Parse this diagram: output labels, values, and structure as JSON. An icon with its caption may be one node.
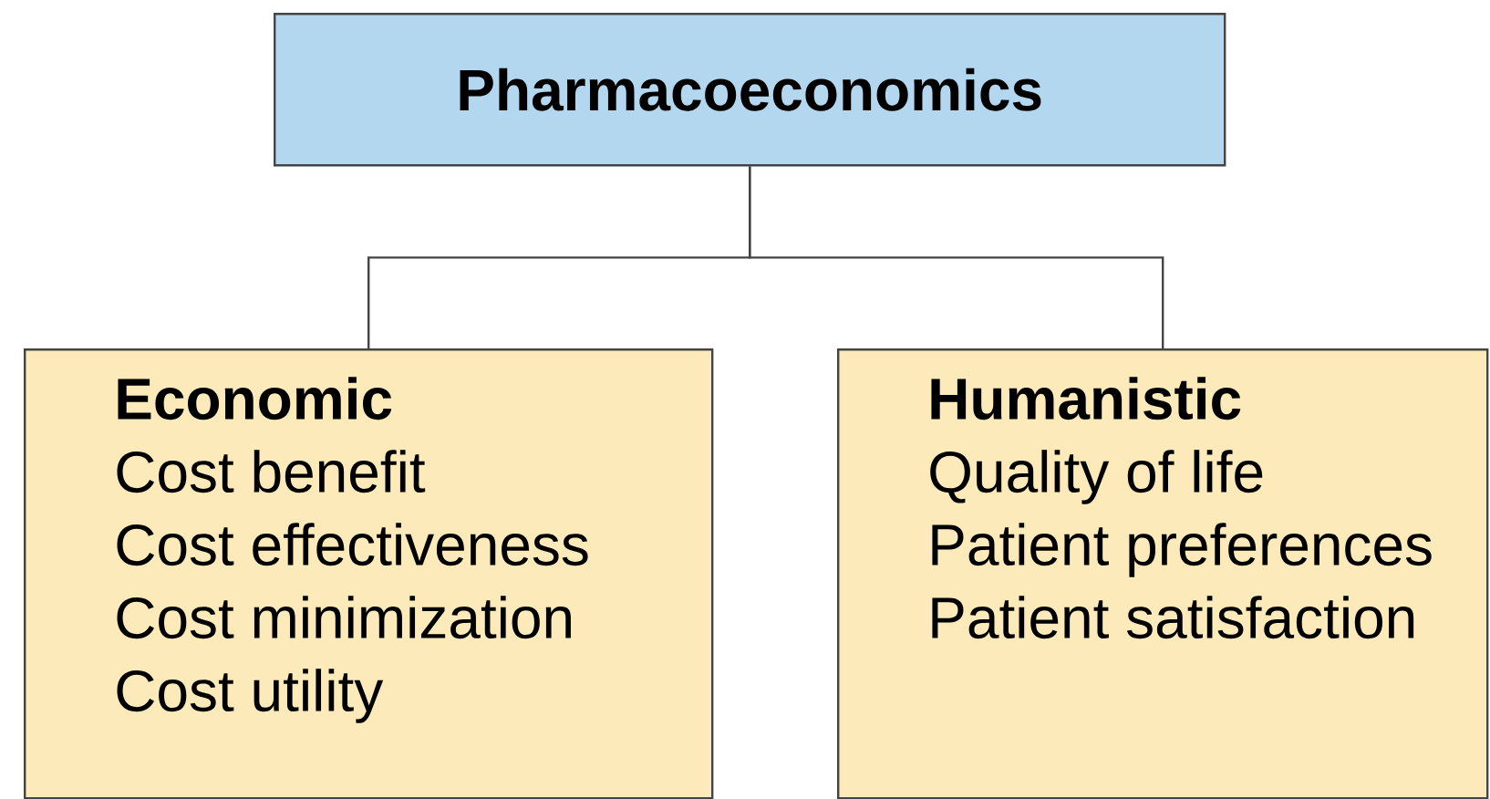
{
  "diagram": {
    "nodes": [
      {
        "text": [
          "Pharmacoeconomics"
        ]
      },
      {
        "text": [
          "Economic",
          "Cost benefit",
          "Cost effectiveness",
          "Cost minimization",
          "Cost utility"
        ]
      },
      {
        "text": [
          "Humanistic",
          "Quality of life",
          "Patient preferences",
          "Patient satisfaction"
        ]
      }
    ],
    "edges": [
      {
        "from": 0,
        "to": 1,
        "arrow": "none"
      },
      {
        "from": 0,
        "to": 2,
        "arrow": "none"
      }
    ]
  }
}
